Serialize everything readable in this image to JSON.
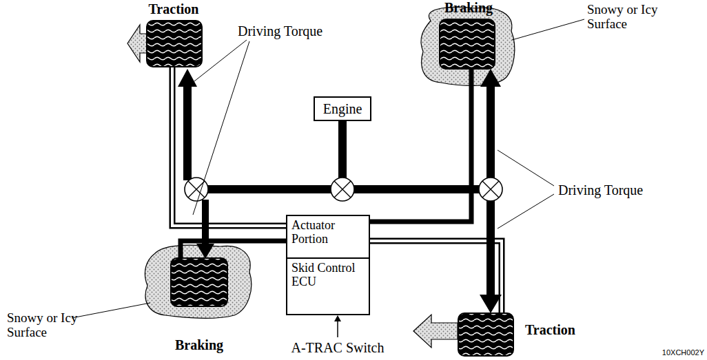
{
  "diagram": {
    "nodes": [
      {
        "text": [
          "Engine"
        ]
      },
      {
        "text": [
          "Actuator Portion",
          "Skid Control ECU"
        ]
      }
    ],
    "labels": [
      "Traction",
      "Braking",
      "Snowy or Icy Surface",
      "Driving Torque",
      "Driving Torque",
      "Snowy or Icy Surface",
      "Braking",
      "Traction",
      "A-TRAC Switch",
      "10XCH002Y"
    ]
  }
}
